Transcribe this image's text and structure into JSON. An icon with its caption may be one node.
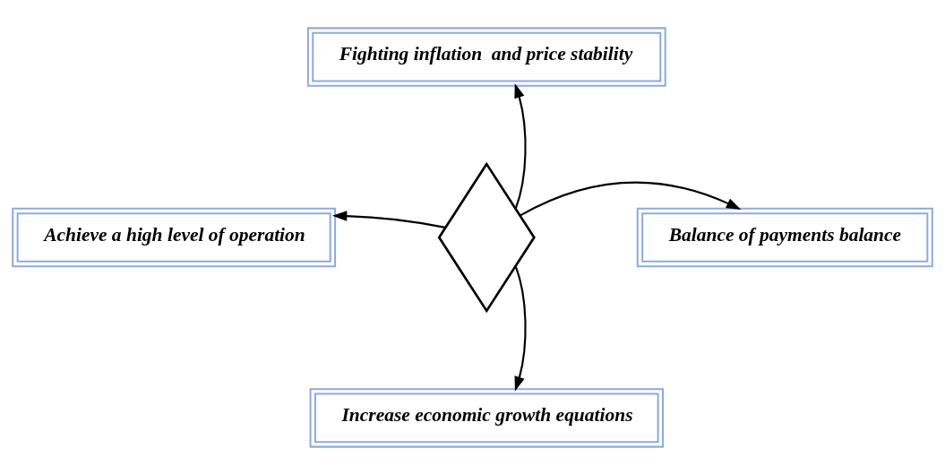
{
  "diagram": {
    "nodes": [
      {
        "text": [
          "Fighting inflation  and price stability"
        ]
      },
      {
        "text": [
          "Achieve a high level of operation"
        ]
      },
      {
        "text": [],
        "shape": "diamond"
      },
      {
        "text": [
          "Balance of payments balance"
        ]
      },
      {
        "text": [
          "Increase economic growth equations"
        ]
      }
    ],
    "edges": [
      {
        "from": 2,
        "to": 0,
        "arrow": "to"
      },
      {
        "from": 2,
        "to": 1,
        "arrow": "to"
      },
      {
        "from": 2,
        "to": 3,
        "arrow": "to"
      },
      {
        "from": 2,
        "to": 4,
        "arrow": "to"
      }
    ]
  }
}
